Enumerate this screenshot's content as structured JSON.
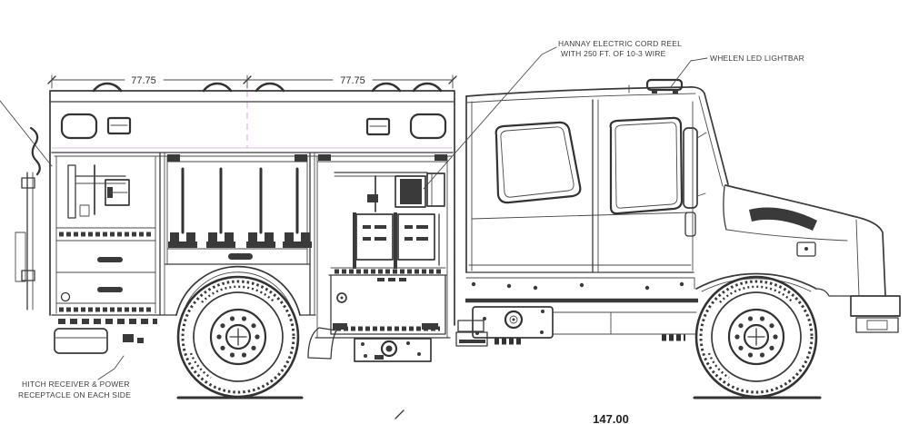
{
  "dimensions": {
    "body_section_left": "77.75",
    "body_section_right": "77.75",
    "bottom_partial": "147.00"
  },
  "annotations": {
    "cord_reel": {
      "line1": "HANNAY ELECTRIC CORD REEL",
      "line2": "WITH 250 FT. OF 10-3 WIRE"
    },
    "lightbar": {
      "label": "WHELEN LED LIGHTBAR"
    },
    "receptacle": {
      "line1": "HITCH RECEIVER & POWER",
      "line2": "RECEPTACLE ON EACH SIDE"
    }
  },
  "colors": {
    "line": "#3a3a3a",
    "construction_line": "#e9c4ee",
    "background": "#ffffff"
  }
}
